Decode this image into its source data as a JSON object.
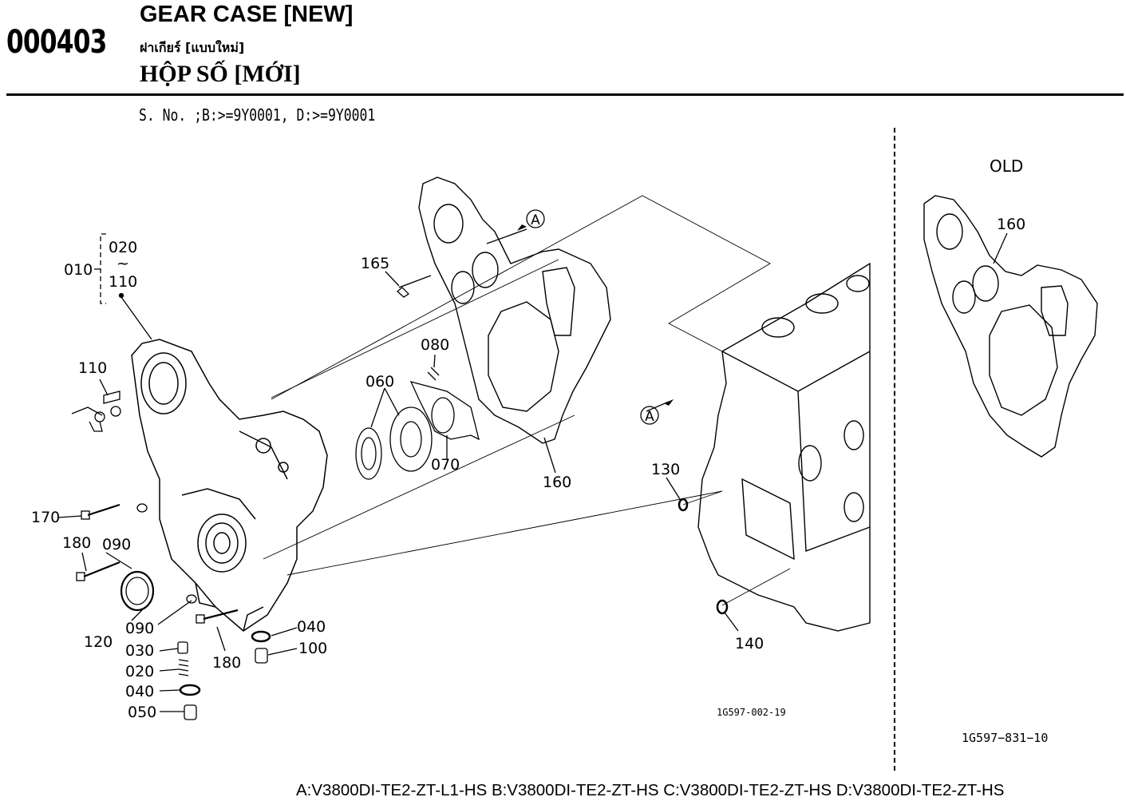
{
  "header": {
    "code": "000403",
    "title_en": "GEAR CASE [NEW]",
    "title_th": "ฝาเกียร์ [แบบใหม่]",
    "title_vi": "HỘP SỐ [MỚI]",
    "serial": "S. No. ;B:>=9Y0001, D:>=9Y0001"
  },
  "diagram": {
    "old_label": "OLD",
    "ref_main": "1G597-002-19",
    "ref_old": "1G597−831−10",
    "marker": "A",
    "parts": {
      "p010": "010",
      "p020a": "020",
      "p020b": "020",
      "tilde": "~",
      "p110a": "110",
      "p110b": "110",
      "p165": "165",
      "p080": "080",
      "p060": "060",
      "p070": "070",
      "p160a": "160",
      "p160b": "160",
      "p130": "130",
      "p140": "140",
      "p170": "170",
      "p180a": "180",
      "p180b": "180",
      "p090a": "090",
      "p090b": "090",
      "p120": "120",
      "p030": "030",
      "p040a": "040",
      "p040b": "040",
      "p050": "050",
      "p100": "100"
    }
  },
  "footer": {
    "models": "A:V3800DI-TE2-ZT-L1-HS B:V3800DI-TE2-ZT-HS C:V3800DI-TE2-ZT-HS D:V3800DI-TE2-ZT-HS"
  }
}
